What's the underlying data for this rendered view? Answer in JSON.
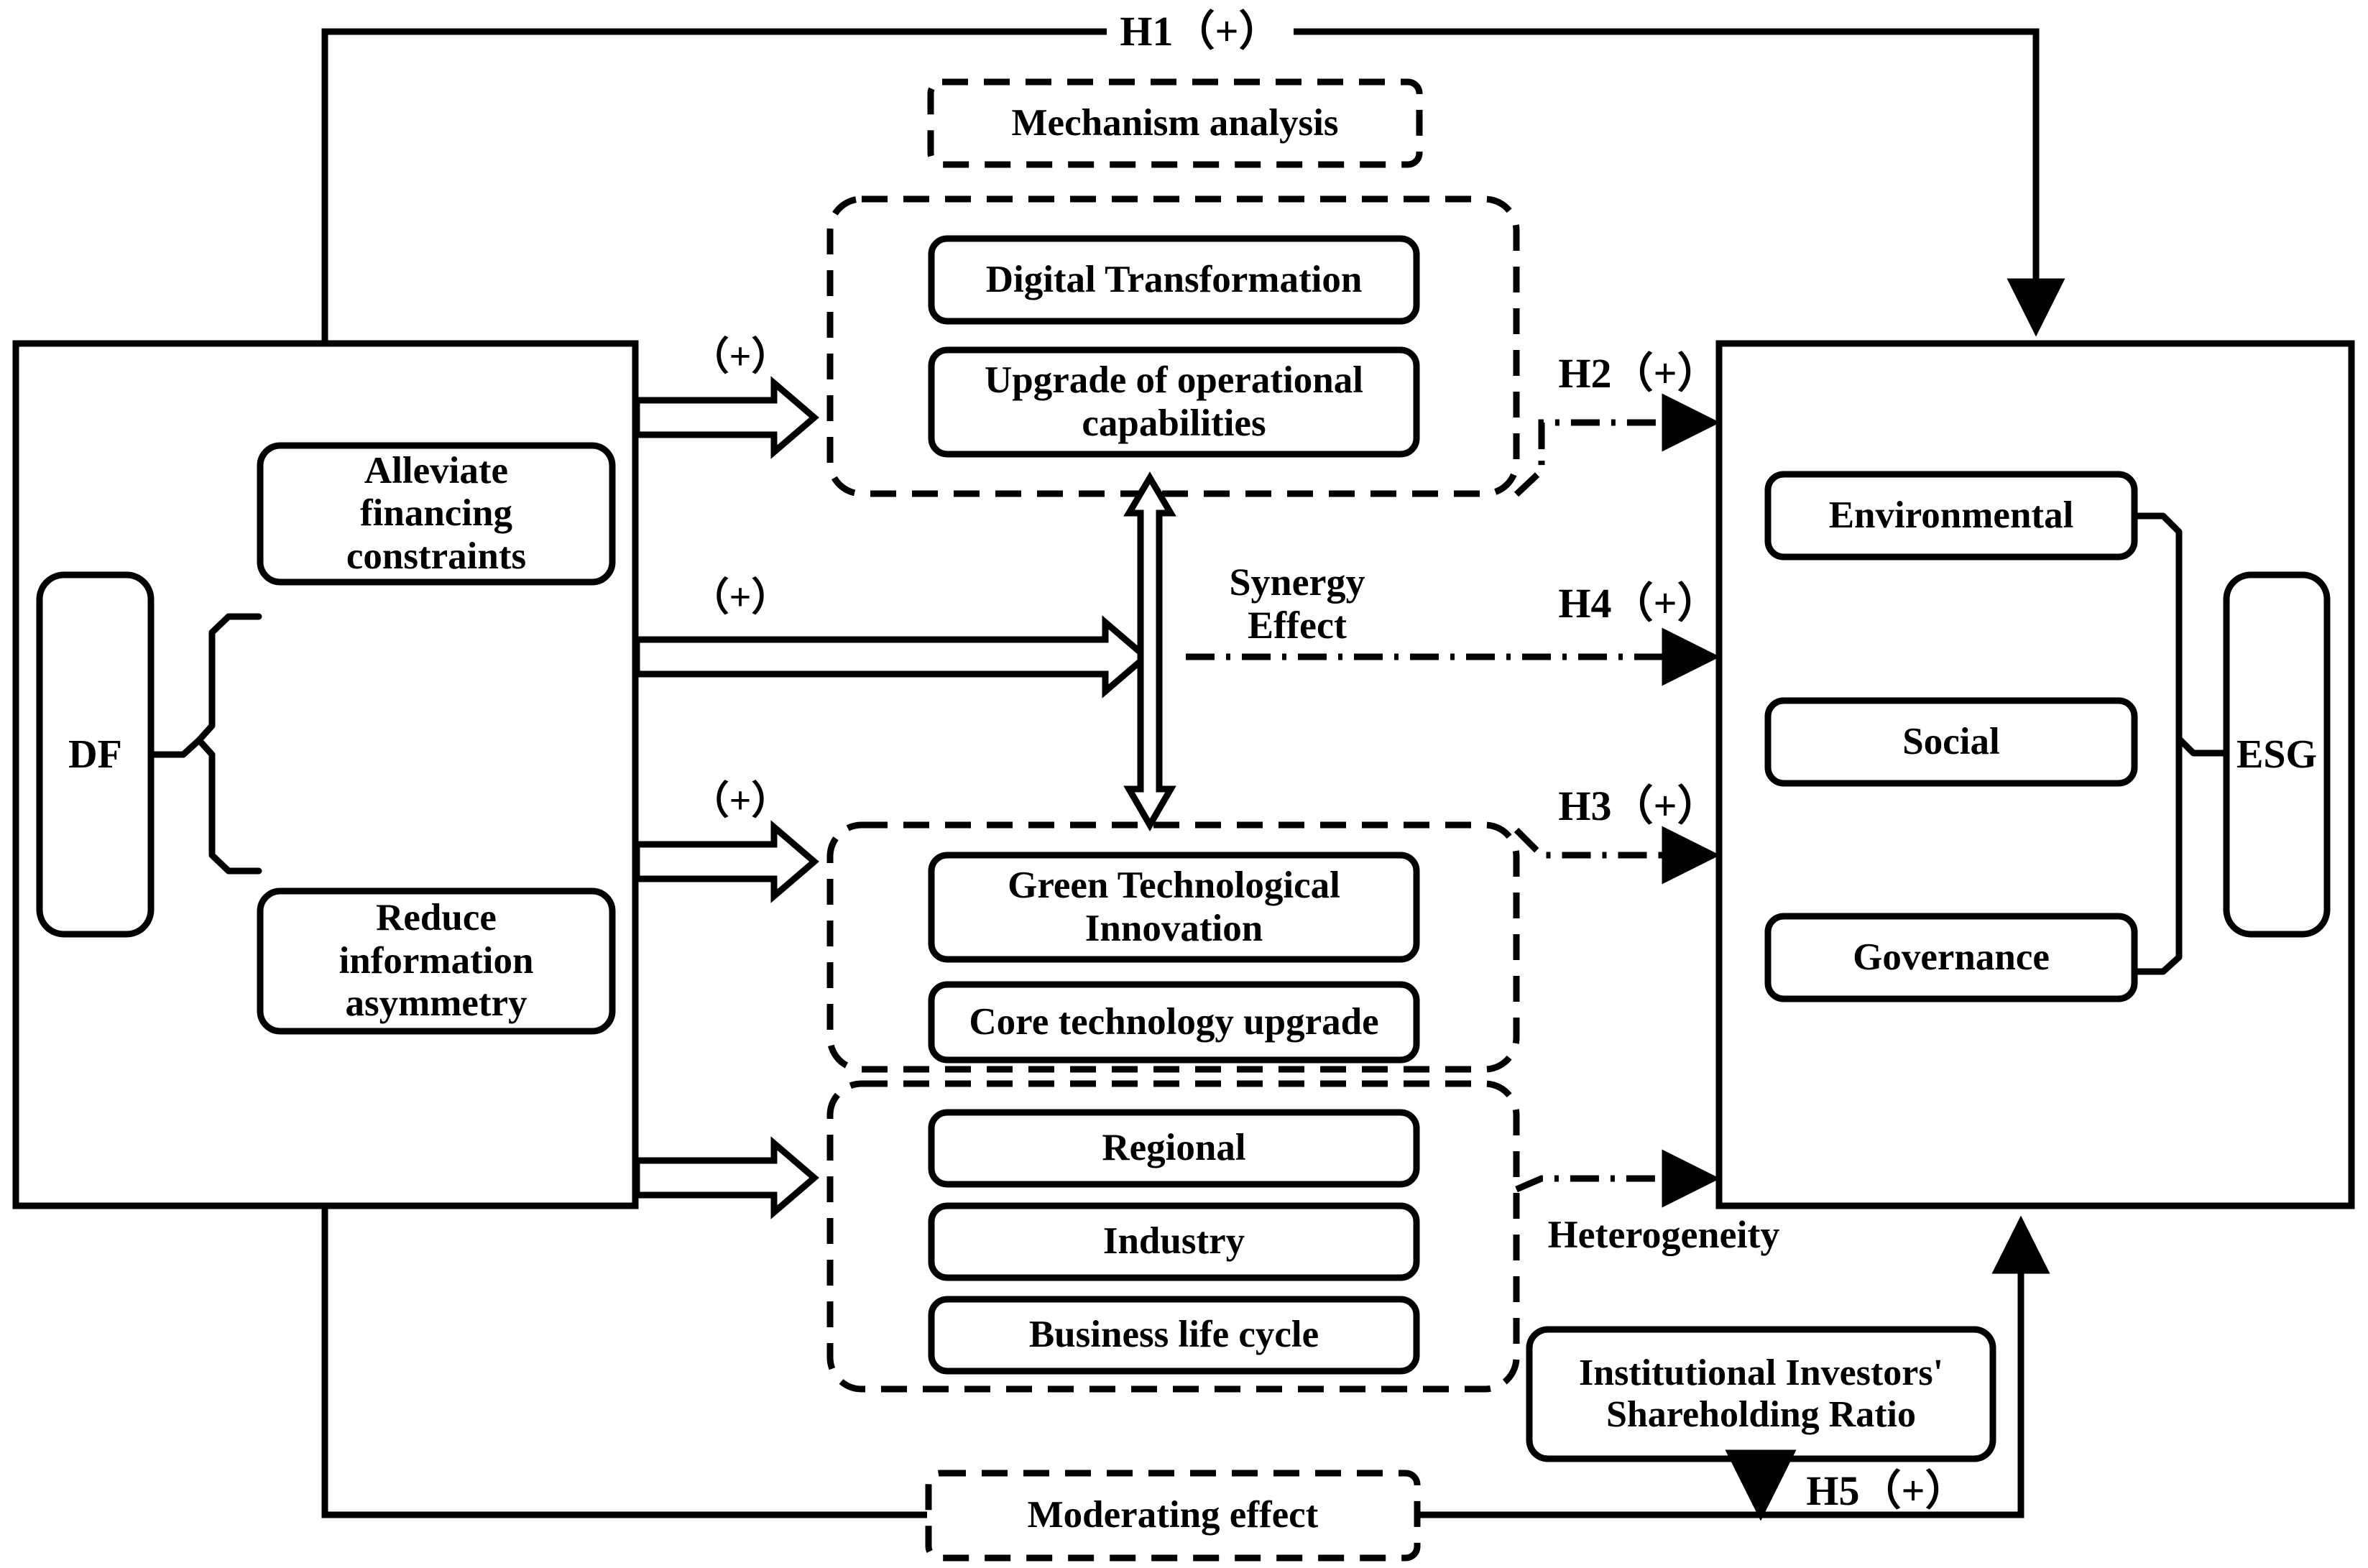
{
  "diagram": {
    "title": "DF - ESG research framework",
    "stroke_color": "#000000",
    "background_color": "#ffffff"
  },
  "hypotheses": {
    "h1": "H1（+）",
    "h2": "H2（+）",
    "h3": "H3（+）",
    "h4": "H4（+）",
    "h5": "H5（+）"
  },
  "effect_signs": {
    "sign_top": "（+）",
    "sign_middle": "（+）",
    "sign_bottom": "（+）"
  },
  "left_block": {
    "driver": "DF",
    "channels": [
      "Alleviate\nfinancing\nconstraints",
      "Reduce\ninformation\nasymmetry"
    ]
  },
  "mechanism": {
    "header": "Mechanism analysis",
    "group_digital": [
      "Digital Transformation",
      "Upgrade of operational\ncapabilities"
    ],
    "group_green": [
      "Green Technological\nInnovation",
      "Core technology upgrade"
    ],
    "synergy_label": "Synergy\nEffect"
  },
  "heterogeneity": {
    "label": "Heterogeneity",
    "items": [
      "Regional",
      "Industry",
      "Business life cycle"
    ]
  },
  "moderation": {
    "label": "Moderating effect",
    "moderator": "Institutional Investors'\nShareholding Ratio"
  },
  "right_block": {
    "pillars": [
      "Environmental",
      "Social",
      "Governance"
    ],
    "outcome": "ESG"
  }
}
